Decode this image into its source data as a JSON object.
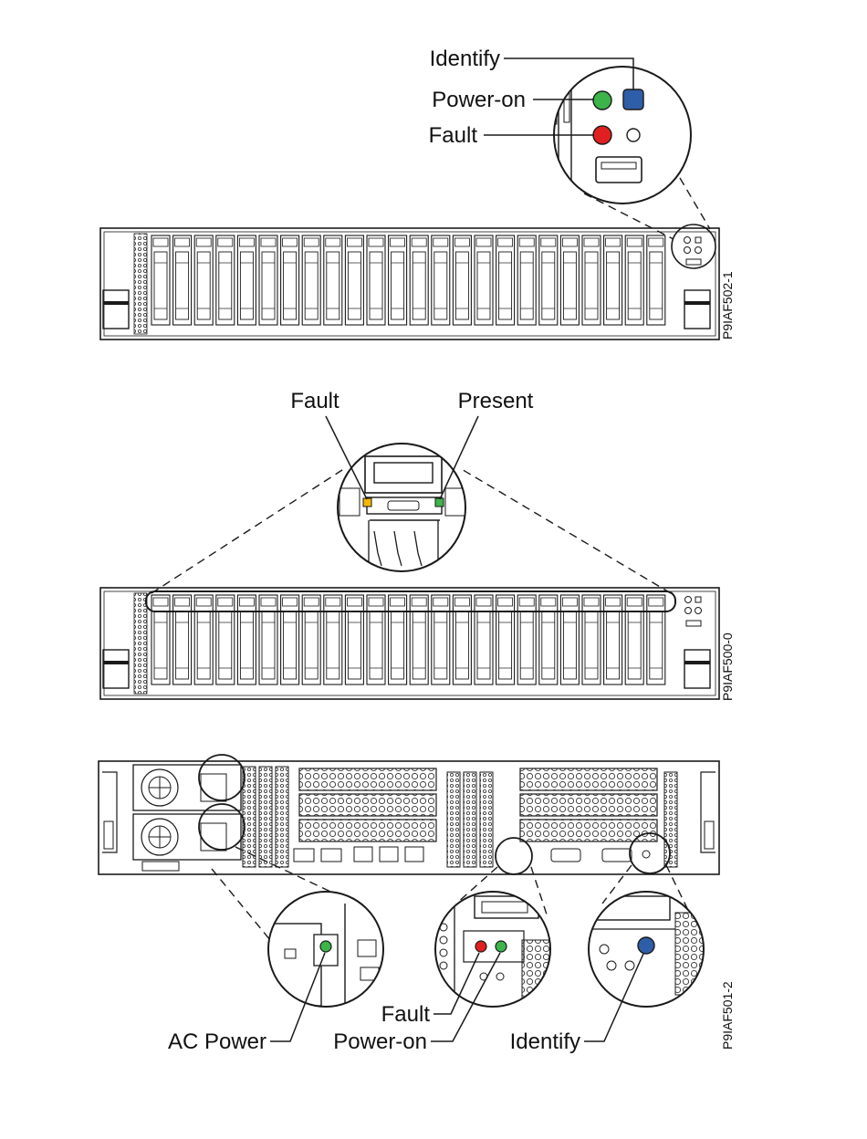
{
  "figures": [
    {
      "id": "P9IAF502-1",
      "callouts": {
        "identify": "Identify",
        "power_on": "Power-on",
        "fault": "Fault"
      }
    },
    {
      "id": "P9IAF500-0",
      "callouts": {
        "fault": "Fault",
        "present": "Present"
      }
    },
    {
      "id": "P9IAF501-2",
      "callouts": {
        "ac_power": "AC Power",
        "fault": "Fault",
        "power_on": "Power-on",
        "identify": "Identify"
      }
    }
  ],
  "colors": {
    "power_led": "#3cb44a",
    "fault_led": "#e02020",
    "identify_led": "#2f5ea8",
    "drive_fault_led": "#f2b800",
    "drive_present_led": "#3cb44a",
    "line": "#1a1a1a"
  },
  "drive_bay_count": 24
}
